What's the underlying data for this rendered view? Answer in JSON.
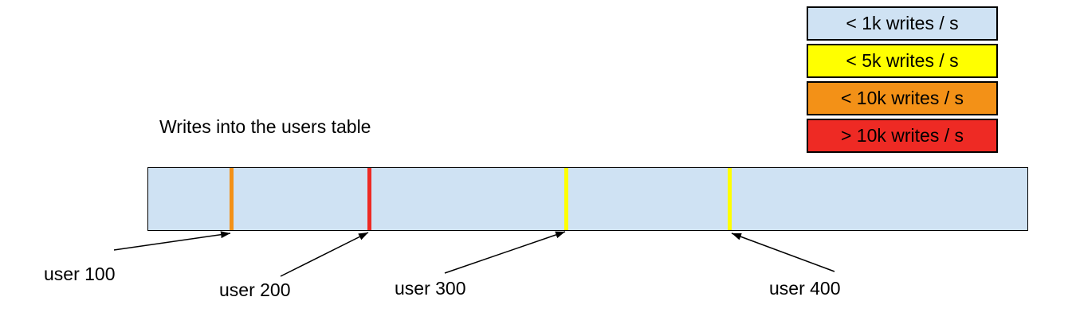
{
  "diagram": {
    "title": "Writes into the users table"
  },
  "bar": {
    "fill": "#cfe2f3"
  },
  "users": [
    {
      "label": "user 100",
      "tick_color": "#f39117"
    },
    {
      "label": "user 200",
      "tick_color": "#ee2a24"
    },
    {
      "label": "user 300",
      "tick_color": "#ffff00"
    },
    {
      "label": "user 400",
      "tick_color": "#ffff00"
    }
  ],
  "legend": {
    "items": [
      {
        "label": "< 1k writes / s",
        "color": "#cfe2f3"
      },
      {
        "label": "< 5k writes / s",
        "color": "#ffff00"
      },
      {
        "label": "< 10k writes / s",
        "color": "#f39117"
      },
      {
        "label": "> 10k writes / s",
        "color": "#ee2a24"
      }
    ]
  }
}
